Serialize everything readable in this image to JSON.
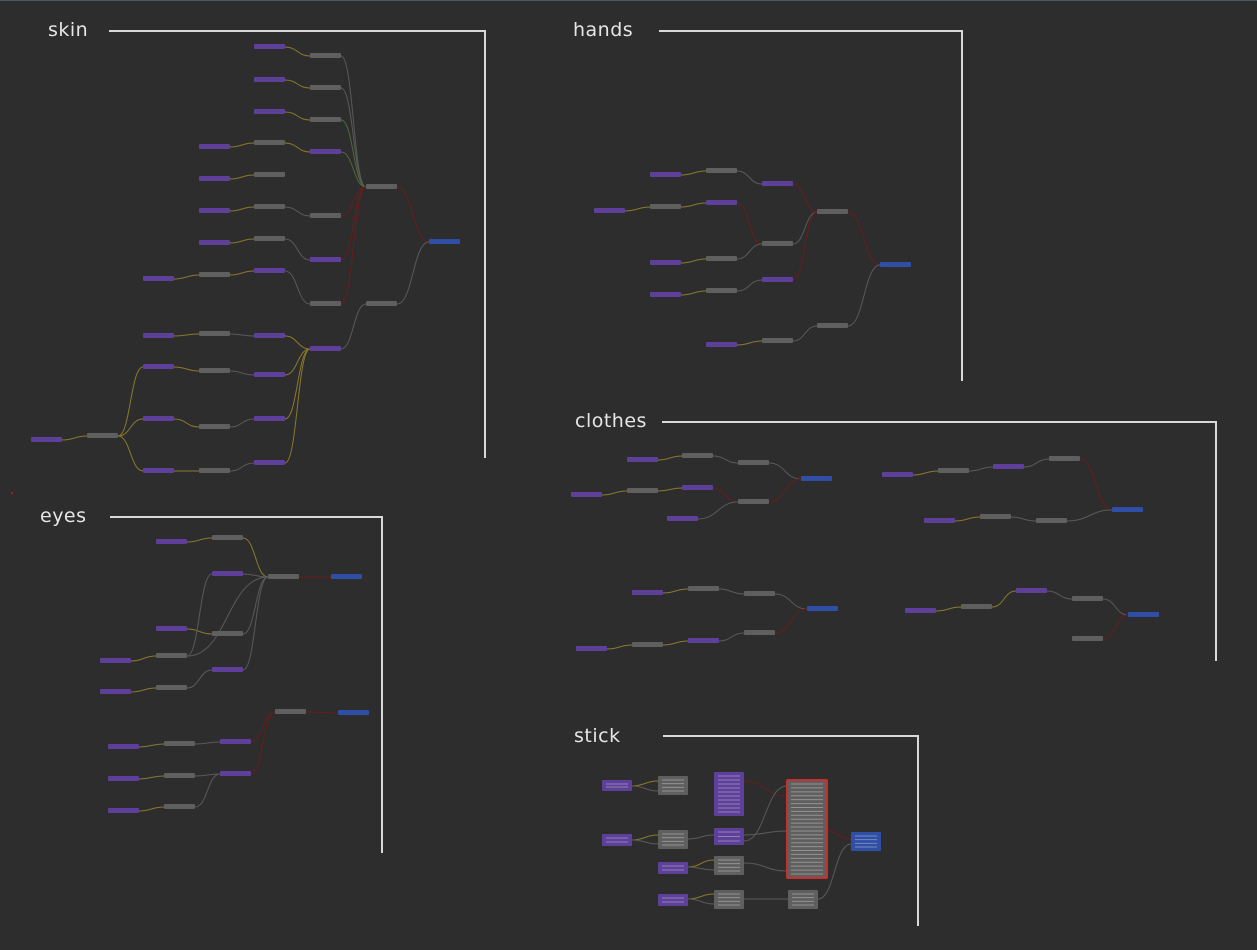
{
  "frames": [
    {
      "name": "skin"
    },
    {
      "name": "hands"
    },
    {
      "name": "clothes"
    },
    {
      "name": "eyes"
    },
    {
      "name": "stick"
    }
  ],
  "colors": {
    "background": "#2d2d2d",
    "frame_line": "#d9d9d9",
    "input_node": "#5e3f9a",
    "process_node": "#5f5f5f",
    "output_node": "#2f4fa6",
    "selected_border": "#c83030",
    "wire_yellow": "#8a7a2a",
    "wire_gray": "#5a5a5a",
    "wire_red": "#6a1c1c",
    "wire_green": "#4e6a3c"
  }
}
